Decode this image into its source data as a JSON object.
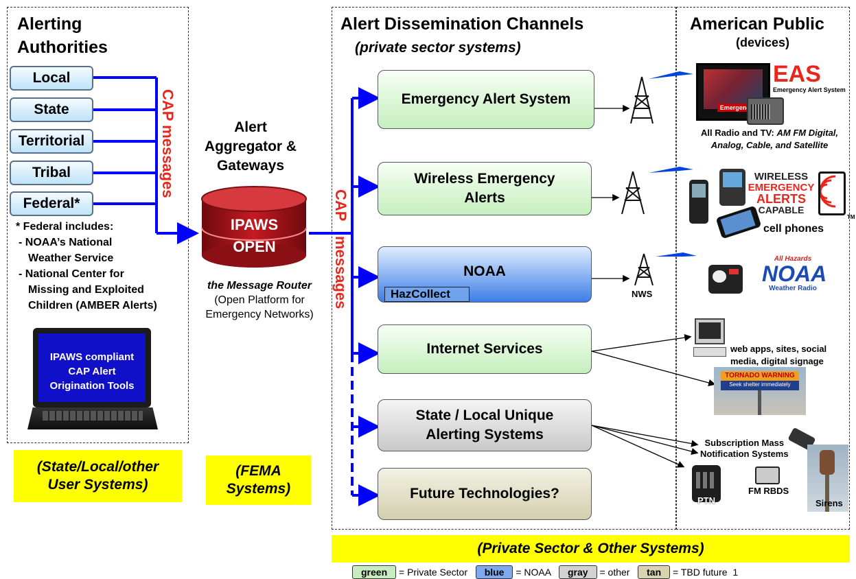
{
  "authorities": {
    "title_line1": "Alerting",
    "title_line2": "Authorities",
    "items": [
      "Local",
      "State",
      "Territorial",
      "Tribal",
      "Federal*"
    ],
    "federal_note": {
      "line1": "* Federal includes:",
      "line2": "- NOAA’s National",
      "line3": "Weather Service",
      "line4": "- National Center for",
      "line5": "Missing and Exploited",
      "line6": "Children (AMBER Alerts)"
    },
    "laptop_text": [
      "IPAWS compliant",
      "CAP Alert",
      "Origination Tools"
    ],
    "footer_line1": "(State/Local/other",
    "footer_line2": "User Systems)"
  },
  "cap_messages_left": "CAP messages",
  "cap_messages_right_1": "CAP",
  "cap_messages_right_2": "messages",
  "aggregator": {
    "title_line1": "Alert",
    "title_line2": "Aggregator &",
    "title_line3": "Gateways",
    "db_line1": "IPAWS",
    "db_line2": "OPEN",
    "router_line1": "the Message Router",
    "router_line2": "(Open Platform for",
    "router_line3": "Emergency Networks)",
    "footer_line1": "(FEMA",
    "footer_line2": "Systems)"
  },
  "channels": {
    "title": "Alert Dissemination Channels",
    "subtitle": "(private sector systems)",
    "items": [
      {
        "line1": "Emergency Alert System",
        "line2": ""
      },
      {
        "line1": "Wireless Emergency",
        "line2": "Alerts"
      },
      {
        "line1": "NOAA",
        "line2": ""
      },
      {
        "line1": "Internet Services",
        "line2": ""
      },
      {
        "line1": "State / Local Unique",
        "line2": "Alerting Systems"
      },
      {
        "line1": "Future Technologies?",
        "line2": ""
      }
    ],
    "hazcollect": "HazCollect",
    "nws": "NWS"
  },
  "public": {
    "title": "American Public",
    "subtitle": "(devices)",
    "eas_logo": "EAS",
    "eas_logo_sub": "Emergency Alert System",
    "tv_label": "Emergency",
    "radio_tv_line1a": "All Radio and TV: ",
    "radio_tv_line1b": "AM FM Digital,",
    "radio_tv_line2": "Analog, Cable, and Satellite",
    "wea_logo": [
      "WIRELESS",
      "EMERGENCY",
      "ALERTS",
      "CAPABLE"
    ],
    "tm": "TM",
    "cell_phones": "cell phones",
    "noaa_logo_top": "All Hazards",
    "noaa_logo": "NOAA",
    "noaa_logo_sub": "Weather Radio",
    "web_line1": "web apps, sites, social",
    "web_line2": "media, digital signage",
    "billboard_title": "TORNADO WARNING",
    "billboard_sub": "Seek shelter immediately",
    "subscription_line1": "Subscription Mass",
    "subscription_line2": "Notification Systems",
    "ptn": "PTN",
    "fm_rbds": "FM RBDS",
    "sirens": "Sirens"
  },
  "bottom_banner": "(Private Sector & Other Systems)",
  "legend": {
    "green": "green",
    "green_desc": "= Private Sector",
    "blue": "blue",
    "blue_desc": "= NOAA",
    "gray": "gray",
    "gray_desc": "= other",
    "tan": "tan",
    "tan_desc": "= TBD future"
  },
  "page_number": "1",
  "colors": {
    "flow_blue": "#0000ff",
    "cap_red": "#e8261c",
    "banner_yellow": "#ffff00"
  }
}
